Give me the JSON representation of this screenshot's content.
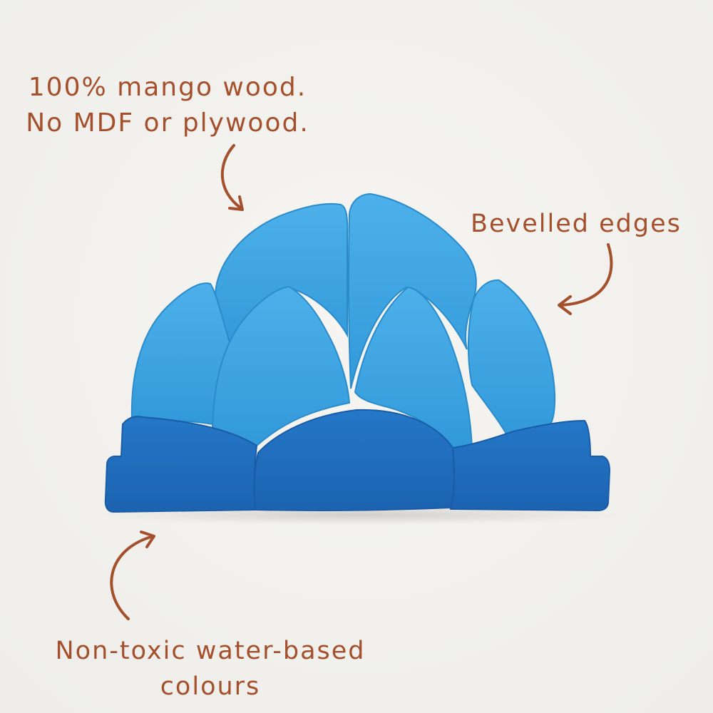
{
  "captions": {
    "material": {
      "line1": "100% mango wood.",
      "line2": "No MDF or plywood."
    },
    "edges": "Bevelled edges",
    "paint": {
      "line1": "Non-toxic water-based",
      "line2": "colours"
    }
  },
  "colors": {
    "background": "#f3f2ef",
    "text": "#a5502c",
    "light_blue": "#3fa6e3",
    "mid_blue": "#2e96d8",
    "dark_blue": "#1f6fc0"
  },
  "icons": {
    "arrows": [
      "curved-arrow-icon"
    ]
  }
}
